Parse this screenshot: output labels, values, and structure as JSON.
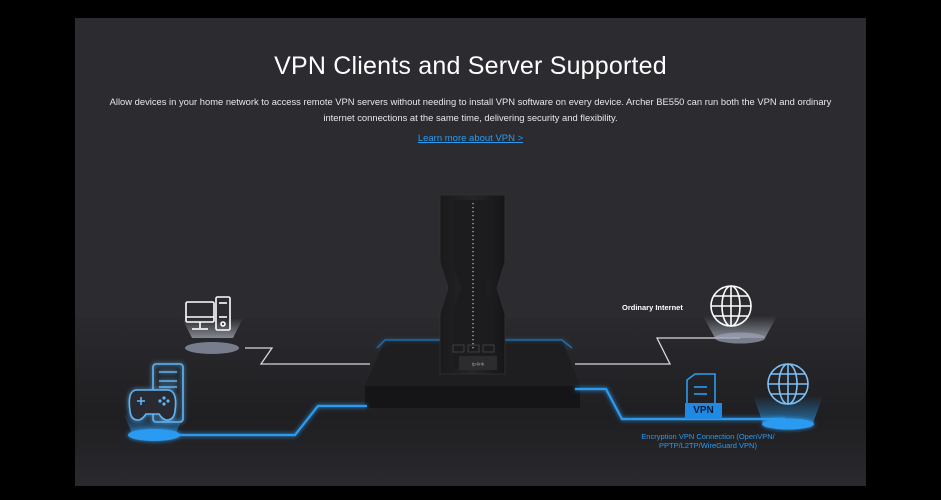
{
  "section": {
    "title": "VPN Clients and Server Supported",
    "description": "Allow devices in your home network to access remote VPN servers without needing to install VPN software on every device. Archer BE550 can run both the VPN and ordinary internet connections at the same time, delivering security and flexibility.",
    "link_label": "Learn more about VPN >"
  },
  "diagram": {
    "ordinary_internet_label": "Ordinary Internet",
    "vpn_badge": "VPN",
    "vpn_connection_label_line1": "Encryption VPN Connection (OpenVPN/",
    "vpn_connection_label_line2": "PPTP/L2TP/WireGuard VPN)",
    "router_brand": "tp-link",
    "colors": {
      "accent_blue": "#2a9bf0",
      "line_white": "#d8d8dc",
      "panel_bg": "#2b2b30"
    }
  }
}
